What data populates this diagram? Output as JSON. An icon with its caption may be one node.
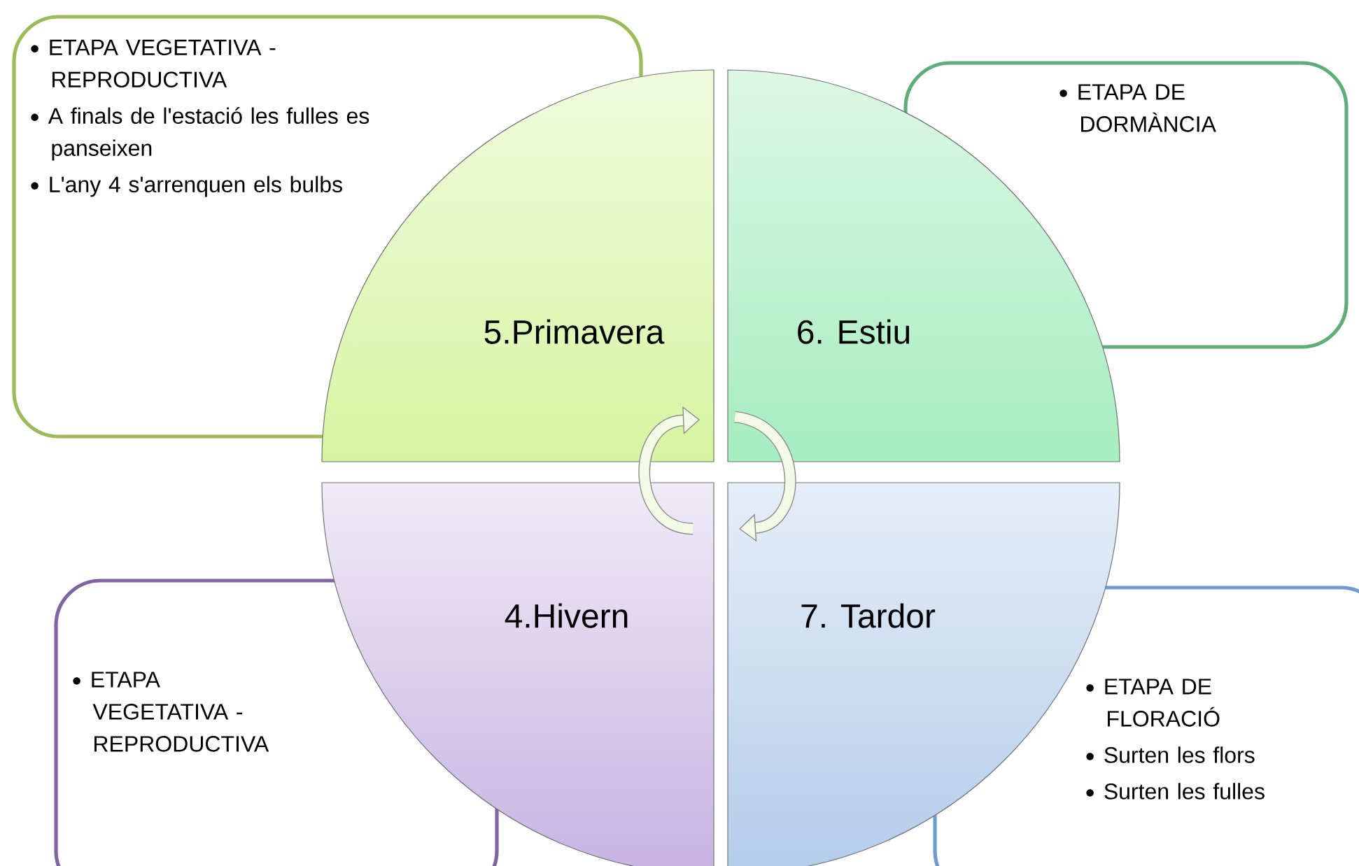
{
  "diagram": {
    "nodes": [
      {
        "text": [
          "ETAPA VEGETATIVA - REPRODUCTIVA",
          "A finals de l'estació les fulles es panseixen",
          "L'any 4 s'arrenquen els bulbs"
        ]
      },
      {
        "text": [
          "ETAPA DE DORMÀNCIA"
        ]
      },
      {
        "text": [
          "5.Primavera"
        ]
      },
      {
        "text": [
          "6. Estiu"
        ]
      },
      {
        "text": [
          "4.Hivern"
        ]
      },
      {
        "text": [
          "7. Tardor"
        ]
      },
      {
        "text": [
          "ETAPA VEGETATIVA - REPRODUCTIVA"
        ]
      },
      {
        "text": [
          "ETAPA DE FLORACIÓ",
          "Surten les flors",
          "Surten les fulles"
        ]
      }
    ],
    "edges": [
      {
        "from": 4,
        "to": 2,
        "arrow": "to"
      },
      {
        "from": 3,
        "to": 5,
        "arrow": "to"
      }
    ]
  }
}
